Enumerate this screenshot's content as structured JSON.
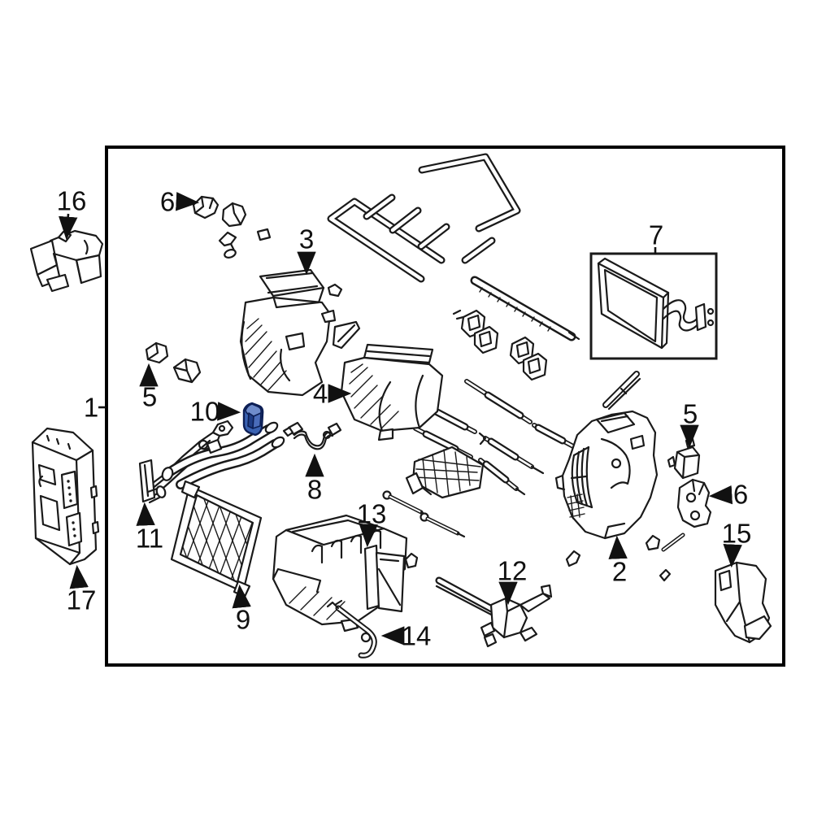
{
  "figure": {
    "type": "exploded-parts-diagram",
    "background_color": "#ffffff",
    "line_color": "#1a1a1a",
    "frame_color": "#000000",
    "highlighted_callout": "10",
    "highlight_fill": "#3a62b2",
    "highlight_top": "#6f8ccb",
    "highlight_recess": "#1f3d86",
    "highlight_front": "#4a6cba",
    "highlight_outline": "#0d1f55",
    "callouts": [
      {
        "label": "16"
      },
      {
        "label": "6"
      },
      {
        "label": "3"
      },
      {
        "label": "7"
      },
      {
        "label": "1"
      },
      {
        "label": "5"
      },
      {
        "label": "10"
      },
      {
        "label": "4"
      },
      {
        "label": "8"
      },
      {
        "label": "11"
      },
      {
        "label": "9"
      },
      {
        "label": "13"
      },
      {
        "label": "14"
      },
      {
        "label": "12"
      },
      {
        "label": "2"
      },
      {
        "label": "5"
      },
      {
        "label": "6"
      },
      {
        "label": "15"
      },
      {
        "label": "17"
      }
    ]
  }
}
